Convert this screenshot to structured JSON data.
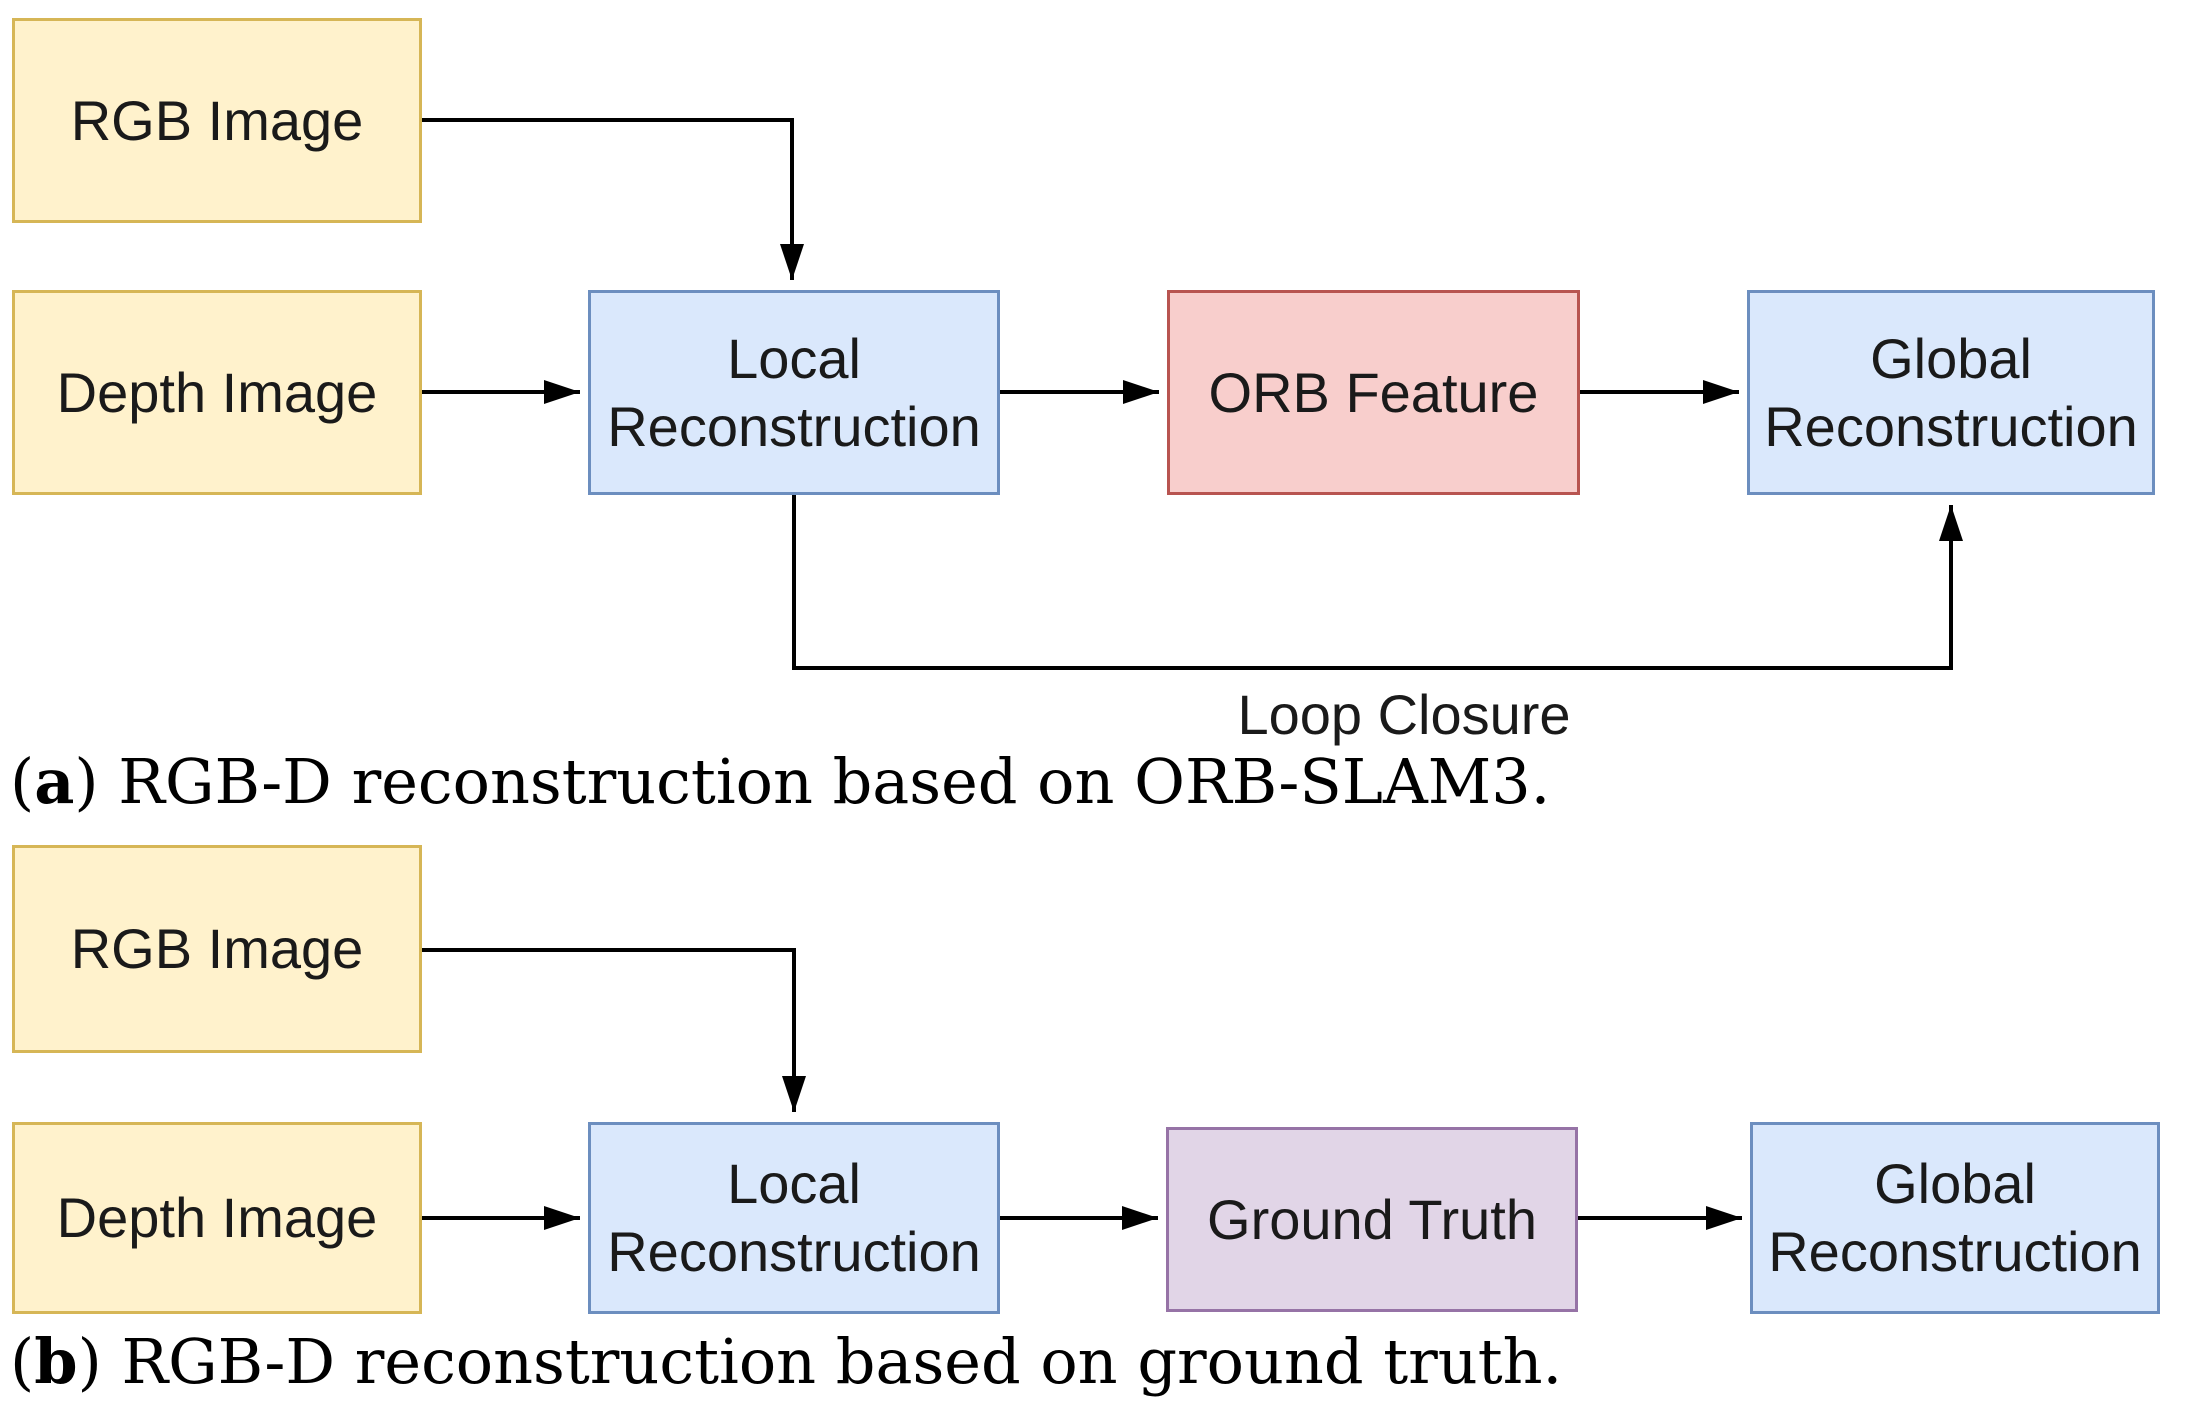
{
  "colors": {
    "yellow_fill": "#FFF2CC",
    "yellow_border": "#D6B656",
    "blue_fill": "#DAE8FC",
    "blue_border": "#6C8EBF",
    "red_fill": "#F8CECC",
    "red_border": "#B85450",
    "purple_fill": "#E1D5E7",
    "purple_border": "#9673A6",
    "line": "#000000"
  },
  "diagram_a": {
    "nodes": {
      "rgb_image": "RGB Image",
      "depth_image": "Depth Image",
      "local_reconstruction": "Local Reconstruction",
      "orb_feature": "ORB Feature",
      "global_reconstruction": "Global Reconstruction"
    },
    "loop_label": "Loop Closure",
    "caption": {
      "open": "(",
      "marker": "a",
      "rest": ") RGB-D reconstruction based on ORB-SLAM3."
    }
  },
  "diagram_b": {
    "nodes": {
      "rgb_image": "RGB Image",
      "depth_image": "Depth Image",
      "local_reconstruction": "Local Reconstruction",
      "ground_truth": "Ground Truth",
      "global_reconstruction": "Global Reconstruction"
    },
    "caption": {
      "open": "(",
      "marker": "b",
      "rest": ") RGB-D reconstruction based on ground truth."
    }
  }
}
